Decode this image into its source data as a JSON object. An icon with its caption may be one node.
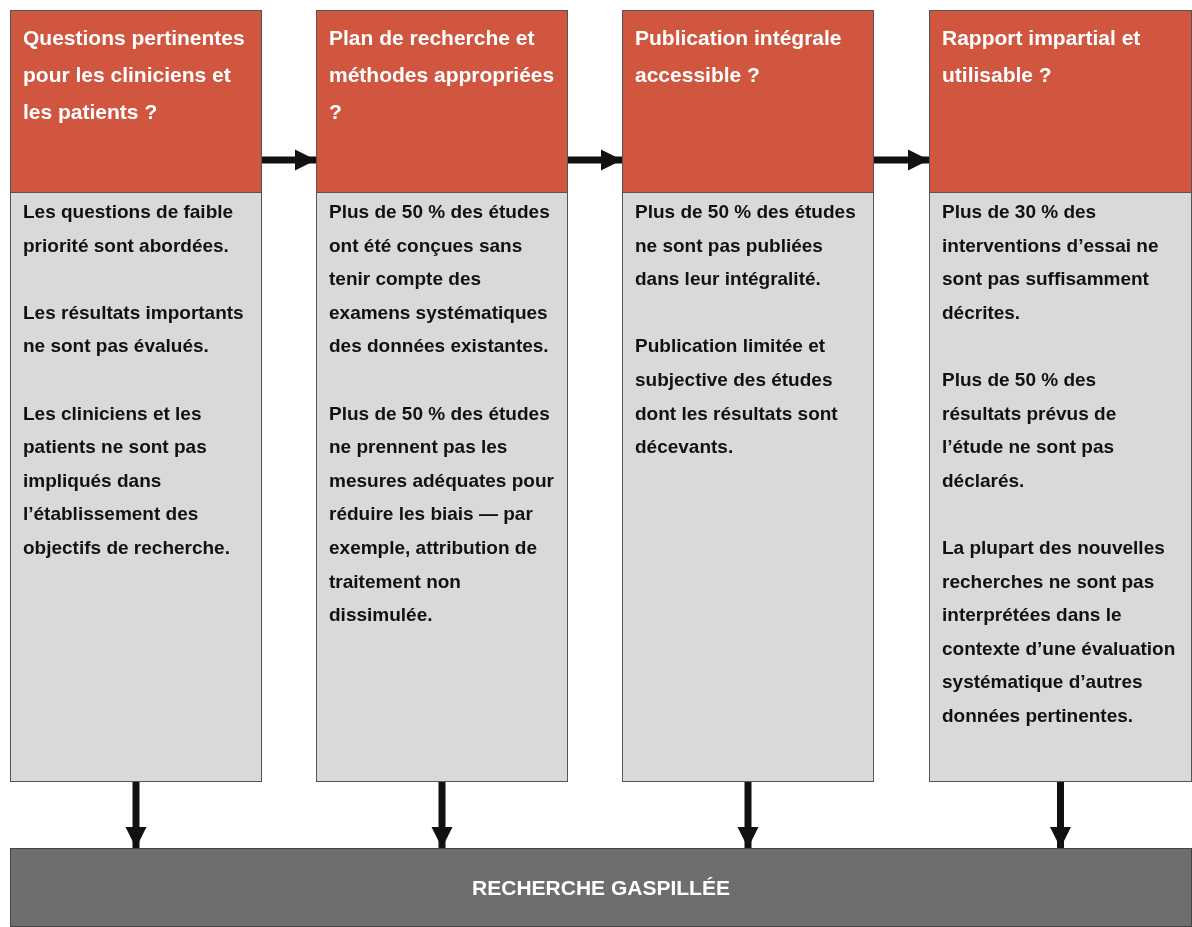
{
  "diagram": {
    "nodes": [
      {
        "text": [
          "Questions pertinentes pour les cliniciens et les patients ?",
          "Les questions de faible priorité sont abordées.",
          "Les résultats importants ne sont pas évalués.",
          "Les cliniciens et les patients ne sont pas impliqués dans l’établissement des objectifs de recherche."
        ]
      },
      {
        "text": [
          "Plan de recherche et méthodes appropriées ?",
          "Plus de 50 % des études ont été conçues sans tenir compte des examens systématiques des données existantes.",
          "Plus de 50 % des études ne prennent pas les mesures adéquates pour réduire les biais — par exemple, attribution de traitement non dissimulée."
        ]
      },
      {
        "text": [
          "Publication intégrale accessible ?",
          "Plus de 50 % des études ne sont pas publiées dans leur intégralité.",
          "Publication limitée et subjective des études dont les résultats sont décevants."
        ]
      },
      {
        "text": [
          "Rapport impartial et utilisable ?",
          "Plus de 30 % des interventions d’essai ne sont pas suffisamment décrites.",
          "Plus de 50 % des résultats prévus de l’étude ne sont pas déclarés.",
          "La plupart des nouvelles recherches ne sont pas interprétées dans le contexte d’une évaluation systématique d’autres données pertinentes."
        ]
      },
      {
        "text": [
          "RECHERCHE GASPILLÉE"
        ]
      }
    ],
    "edges": [
      {
        "from": 0,
        "to": 1,
        "arrow": "to"
      },
      {
        "from": 1,
        "to": 2,
        "arrow": "to"
      },
      {
        "from": 2,
        "to": 3,
        "arrow": "to"
      },
      {
        "from": 0,
        "to": 4,
        "arrow": "to"
      },
      {
        "from": 1,
        "to": 4,
        "arrow": "to"
      },
      {
        "from": 2,
        "to": 4,
        "arrow": "to"
      },
      {
        "from": 3,
        "to": 4,
        "arrow": "to"
      }
    ]
  }
}
